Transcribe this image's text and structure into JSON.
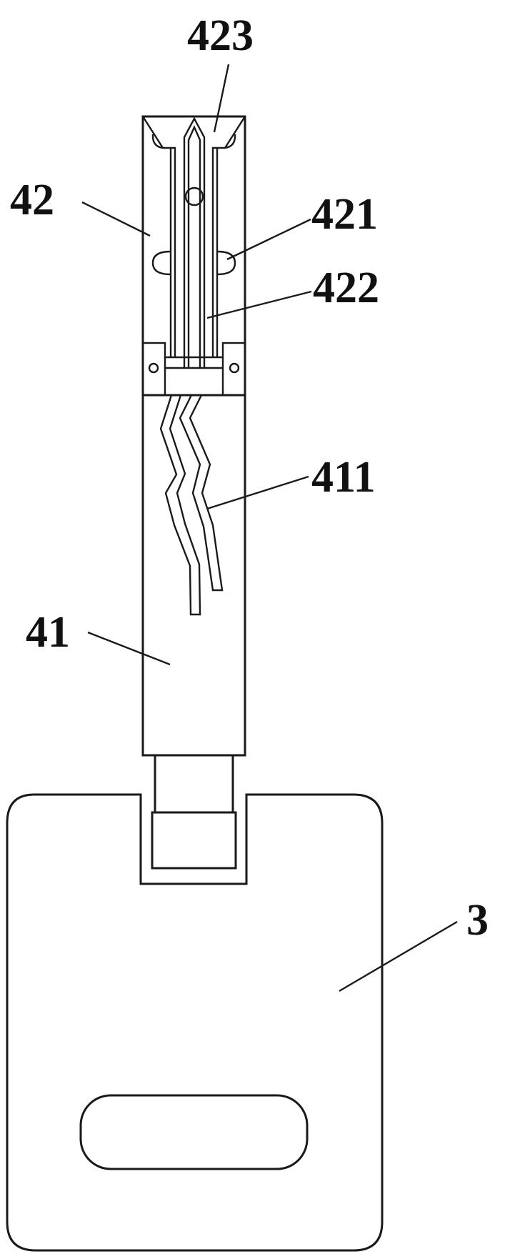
{
  "labels": {
    "part_423": "423",
    "part_42": "42",
    "part_421": "421",
    "part_422": "422",
    "part_411": "411",
    "part_41": "41",
    "part_3": "3"
  },
  "colors": {
    "line": "#1a1a1a",
    "background": "#ffffff"
  }
}
